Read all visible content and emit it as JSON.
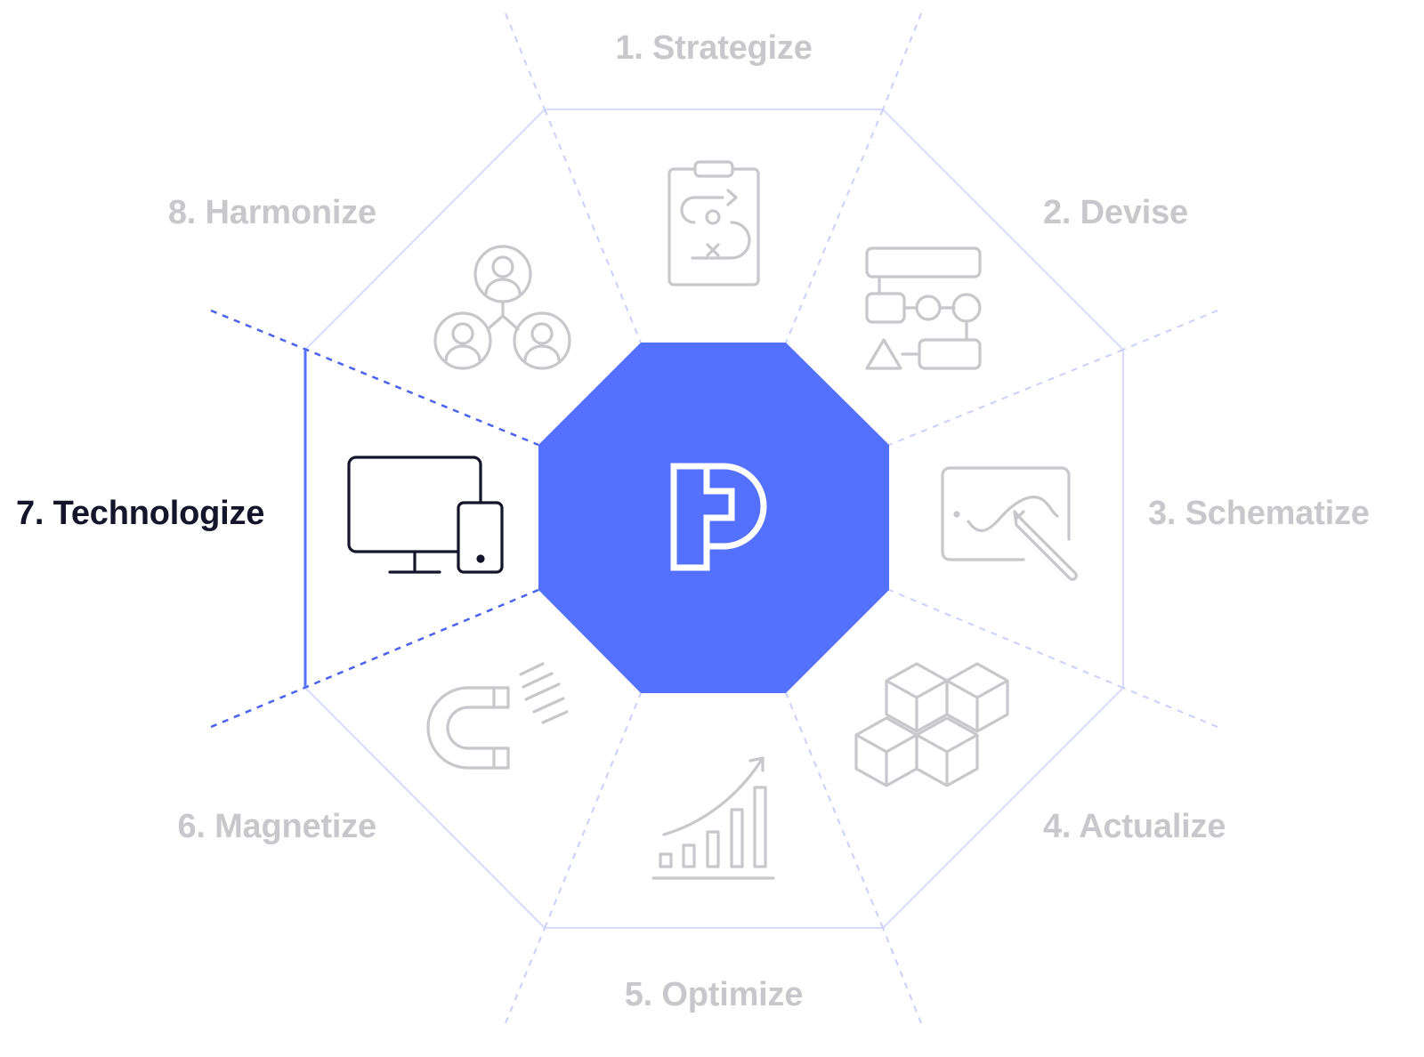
{
  "diagram": {
    "steps": [
      {
        "label": "1. Strategize",
        "icon": "strategy-clipboard-icon",
        "active": false
      },
      {
        "label": "2. Devise",
        "icon": "flowchart-icon",
        "active": false
      },
      {
        "label": "3. Schematize",
        "icon": "drawing-tablet-icon",
        "active": false
      },
      {
        "label": "4. Actualize",
        "icon": "building-blocks-icon",
        "active": false
      },
      {
        "label": "5. Optimize",
        "icon": "growth-chart-icon",
        "active": false
      },
      {
        "label": "6. Magnetize",
        "icon": "magnet-icon",
        "active": false
      },
      {
        "label": "7. Technologize",
        "icon": "devices-icon",
        "active": true
      },
      {
        "label": "8. Harmonize",
        "icon": "team-network-icon",
        "active": false
      }
    ],
    "center_logo": "p-logo-icon",
    "colors": {
      "accent": "#5470ff",
      "active_text": "#14142b",
      "inactive_text": "#c7c7cc",
      "inactive_icon": "#c7c7cc",
      "outline": "#d6dbff",
      "divider": "#c9d0ff",
      "active_divider": "#4a62f0"
    }
  }
}
